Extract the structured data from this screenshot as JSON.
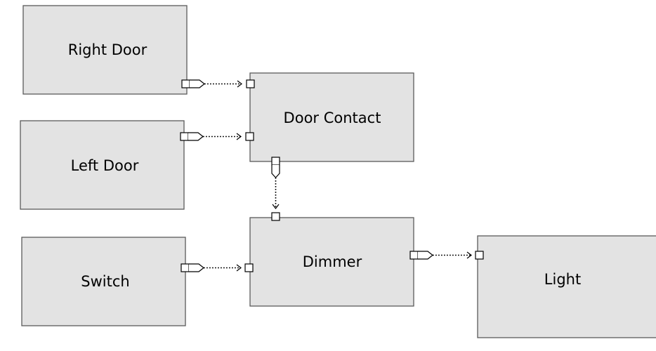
{
  "diagram": {
    "blocks": {
      "right_door": "Right Door",
      "door_contact": "Door Contact",
      "left_door": "Left Door",
      "dimmer": "Dimmer",
      "switch": "Switch",
      "light": "Light"
    },
    "connections": [
      {
        "from": "Right Door",
        "to": "Door Contact"
      },
      {
        "from": "Left Door",
        "to": "Door Contact"
      },
      {
        "from": "Door Contact",
        "to": "Dimmer"
      },
      {
        "from": "Switch",
        "to": "Dimmer"
      },
      {
        "from": "Dimmer",
        "to": "Light"
      }
    ]
  }
}
